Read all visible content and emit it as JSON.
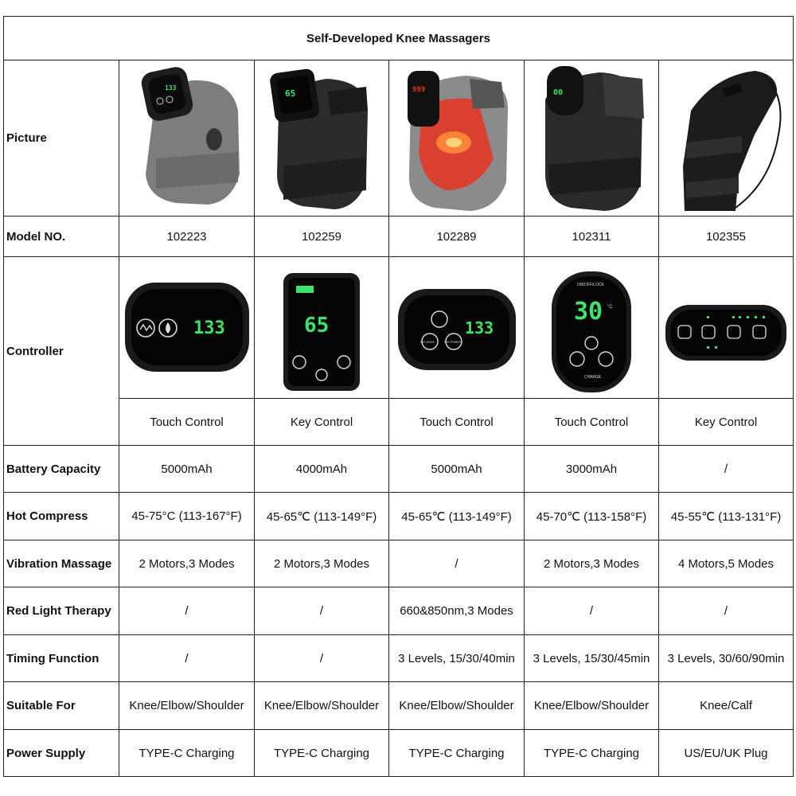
{
  "title": "Self-Developed Knee Massagers",
  "row_labels": {
    "picture": "Picture",
    "model": "Model NO.",
    "controller": "Controller",
    "battery": "Battery Capacity",
    "hot": "Hot Compress",
    "vibration": "Vibration Massage",
    "red_light": "Red Light Therapy",
    "timing": "Timing Function",
    "suitable": "Suitable For",
    "power": "Power Supply"
  },
  "products": [
    {
      "model": "102223",
      "control": "Touch Control",
      "battery": "5000mAh",
      "hot": "45-75°C (113-167°F)",
      "vibration": "2 Motors,3 Modes",
      "red_light": "/",
      "timing": "/",
      "suitable": "Knee/Elbow/Shoulder",
      "power": "TYPE-C Charging",
      "display": "133"
    },
    {
      "model": "102259",
      "control": "Key Control",
      "battery": "4000mAh",
      "hot": "45-65℃ (113-149°F)",
      "vibration": "2 Motors,3 Modes",
      "red_light": "/",
      "timing": "/",
      "suitable": "Knee/Elbow/Shoulder",
      "power": "TYPE-C Charging",
      "display": "65"
    },
    {
      "model": "102289",
      "control": "Touch Control",
      "battery": "5000mAh",
      "hot": "45-65℃ (113-149°F)",
      "vibration": "/",
      "red_light": "660&850nm,3 Modes",
      "timing": "3 Levels, 15/30/40min",
      "suitable": "Knee/Elbow/Shoulder",
      "power": "TYPE-C Charging",
      "display": "133"
    },
    {
      "model": "102311",
      "control": "Touch Control",
      "battery": "3000mAh",
      "hot": "45-70℃ (113-158°F)",
      "vibration": "2 Motors,3 Modes",
      "red_light": "/",
      "timing": "3 Levels, 15/30/45min",
      "suitable": "Knee/Elbow/Shoulder",
      "power": "TYPE-C Charging",
      "display": "30"
    },
    {
      "model": "102355",
      "control": "Key Control",
      "battery": "/",
      "hot": "45-55℃ (113-131°F)",
      "vibration": "4 Motors,5 Modes",
      "red_light": "/",
      "timing": "3 Levels, 30/60/90min",
      "suitable": "Knee/Calf",
      "power": "US/EU/UK Plug",
      "display": ""
    }
  ],
  "controller_text": {
    "c3_led_mode": "LED MODE",
    "c3_led_power": "LED POWER",
    "c4_top": "ON/OFF/LOCK",
    "c4_bottom": "CHARGE",
    "c4_unit": "°C"
  },
  "colors": {
    "display_green": "#3ee36b",
    "red_light": "#e8321e",
    "gray_pad": "#7d7d80",
    "black_pad": "#2b2b2d"
  }
}
